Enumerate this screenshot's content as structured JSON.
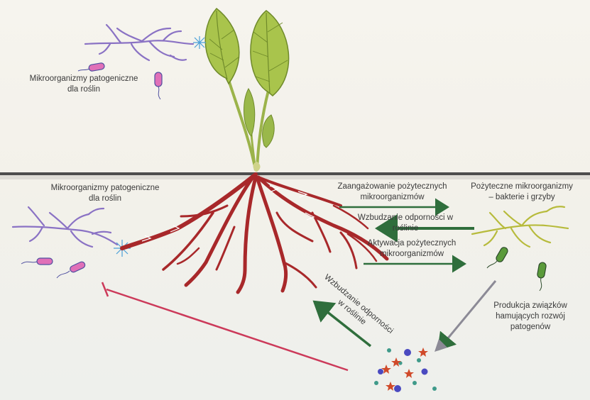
{
  "labels": {
    "pathogens_above": [
      "Mikroorganizmy patogeniczne",
      "dla roślin"
    ],
    "pathogens_below": [
      "Mikroorganizmy patogeniczne",
      "dla roślin"
    ],
    "beneficial": [
      "Pożyteczne mikroorganizmy",
      "– bakterie i grzyby"
    ],
    "engagement": [
      "Zaangażowanie pożytecznych",
      "mikroorganizmów"
    ],
    "resistance_induction": "Wzbudzanie odporności w roślinie",
    "activation": [
      "Aktywacja pożytecznych",
      "mikroorganizmów"
    ],
    "compounds": [
      "Produkcja związków",
      "hamujących rozwój",
      "patogenów"
    ],
    "rotated_resistance": [
      "Wzbudzanie odporności",
      "w roślinie"
    ]
  },
  "colors": {
    "hyphae_purple": "#8a72c4",
    "hyphae_olive": "#b7bb3c",
    "root": "#a8282a",
    "leaf": "#a8c24a",
    "arrow_green": "#2f6e3c",
    "arrow_gray": "#8c8a96",
    "inhibit_red": "#cc3a5a",
    "soil_line": "#555555"
  }
}
